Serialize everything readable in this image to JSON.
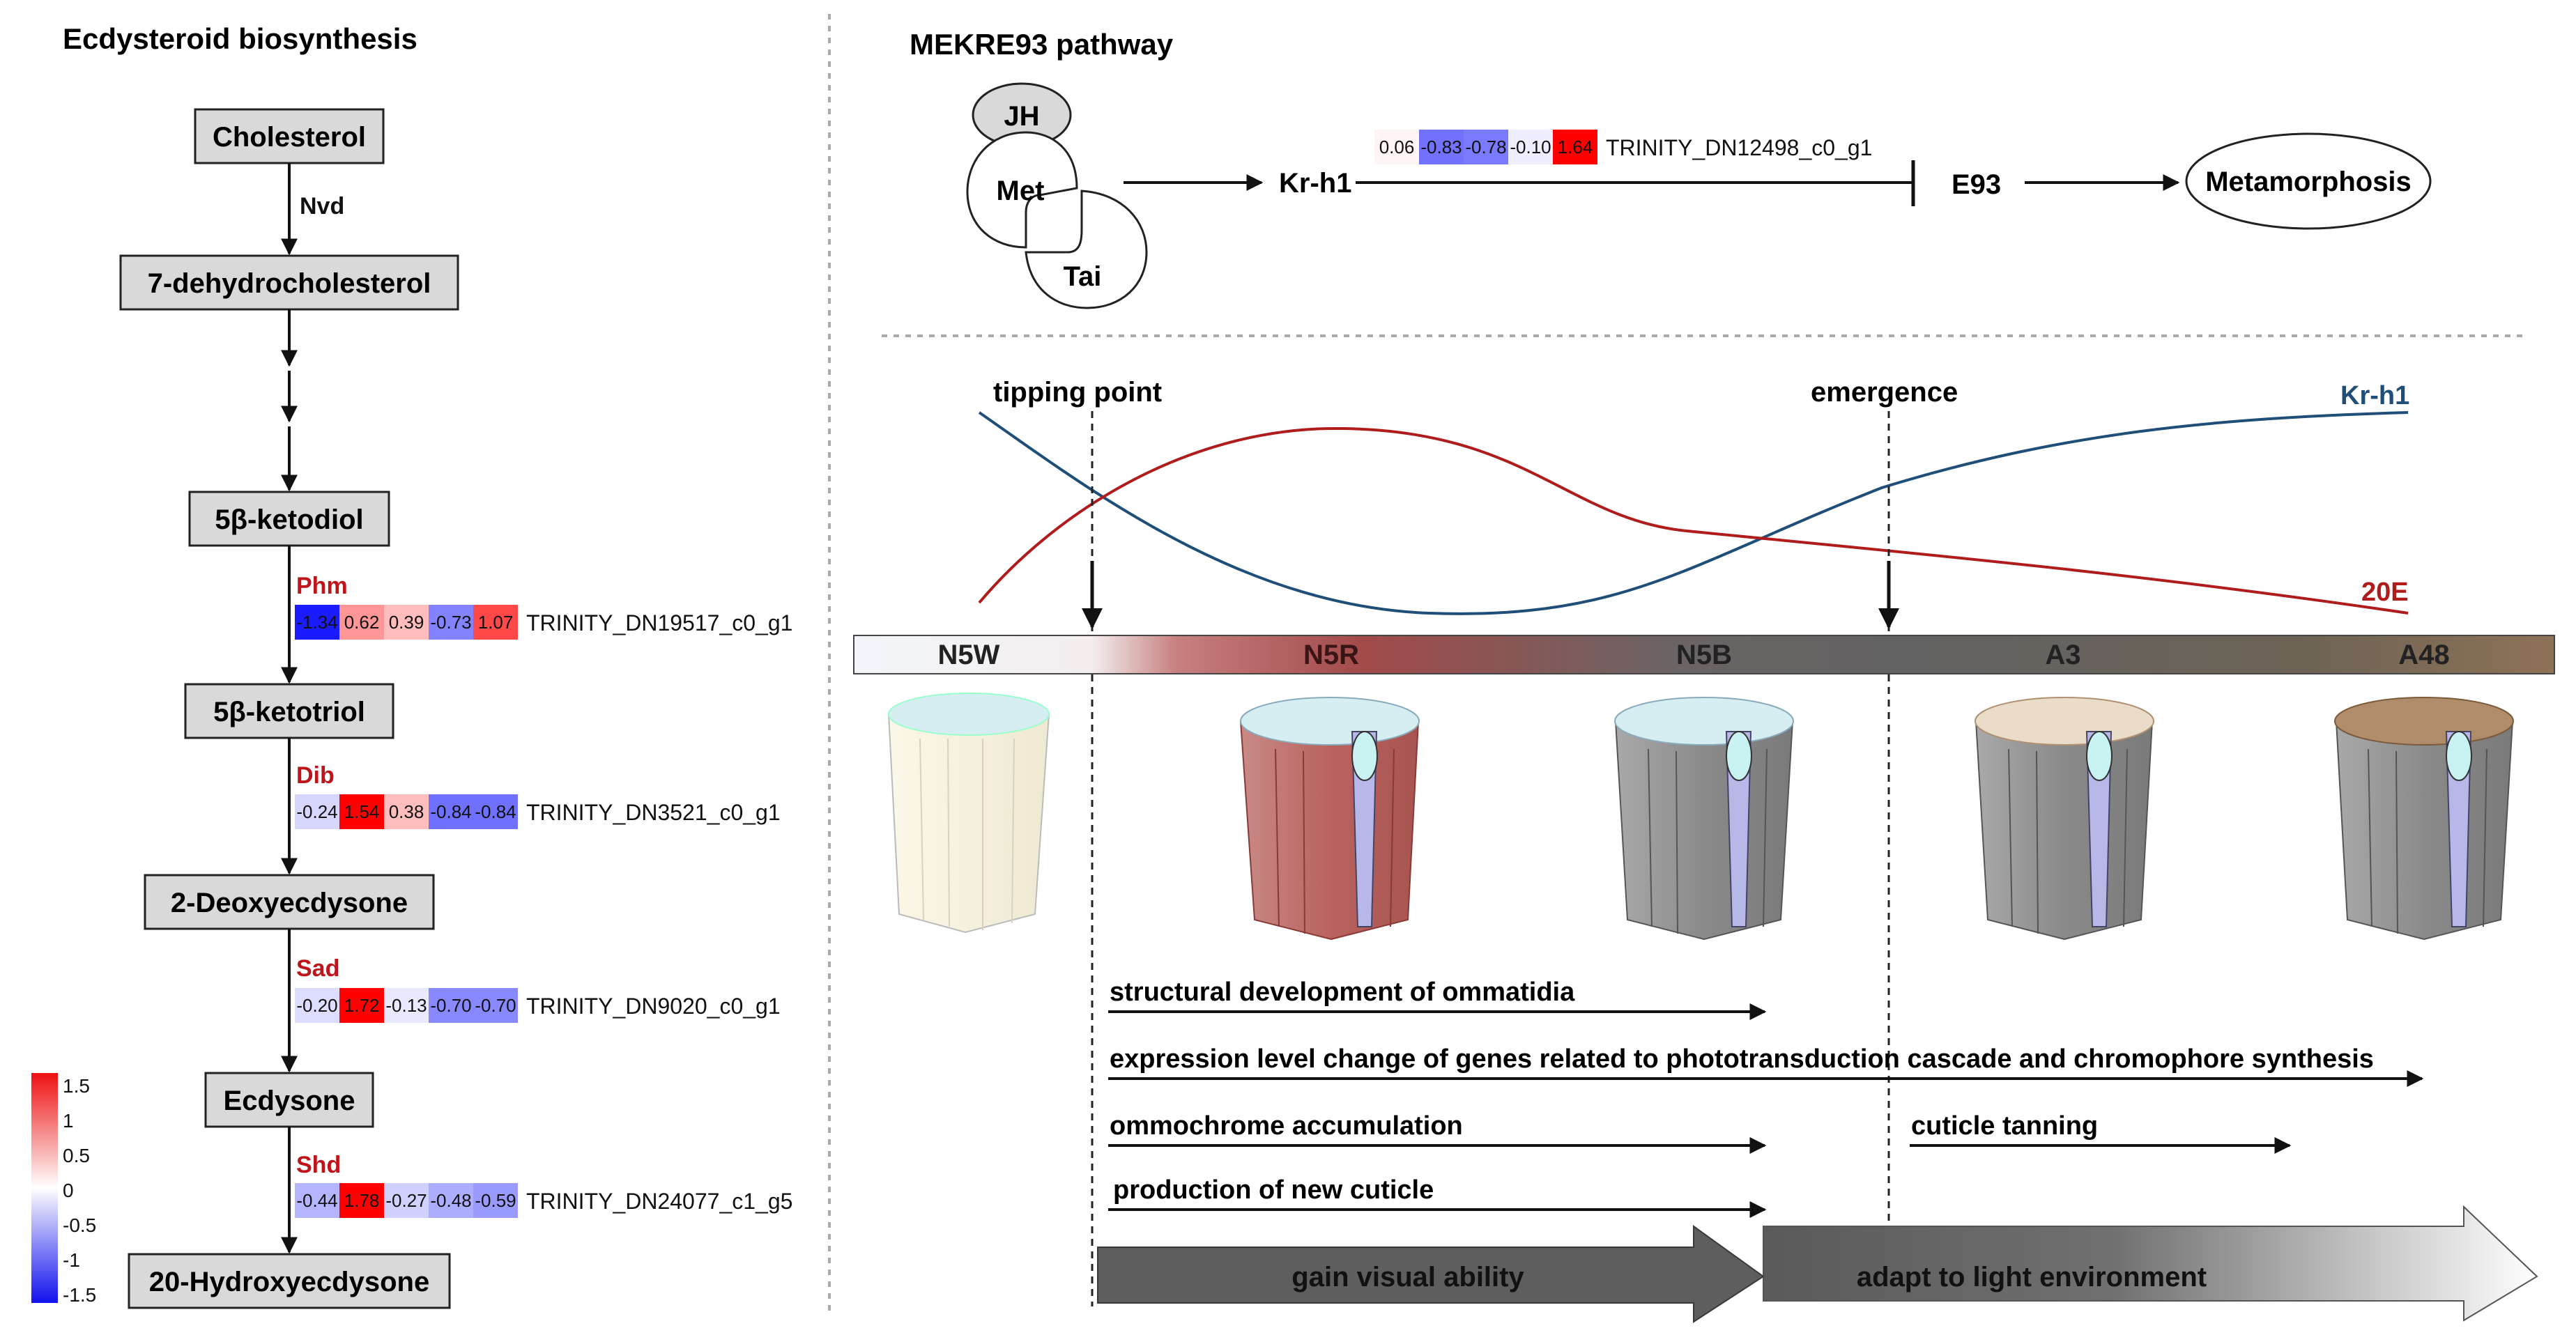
{
  "left_panel": {
    "title": "Ecdysteroid biosynthesis",
    "compounds": [
      "Cholesterol",
      "7-dehydrocholesterol",
      "5β-ketodiol",
      "5β-ketotriol",
      "2-Deoxyecdysone",
      "Ecdysone",
      "20-Hydroxyecdysone"
    ],
    "enzymes": [
      {
        "name": "Nvd",
        "color": "#111111"
      },
      {
        "name": "Phm",
        "color": "#c0141b",
        "values": [
          "-1.34",
          "0.62",
          "0.39",
          "-0.73",
          "1.07"
        ],
        "gene": "TRINITY_DN19517_c0_g1"
      },
      {
        "name": "Dib",
        "color": "#c0141b",
        "values": [
          "-0.24",
          "1.54",
          "0.38",
          "-0.84",
          "-0.84"
        ],
        "gene": "TRINITY_DN3521_c0_g1"
      },
      {
        "name": "Sad",
        "color": "#c0141b",
        "values": [
          "-0.20",
          "1.72",
          "-0.13",
          "-0.70",
          "-0.70"
        ],
        "gene": "TRINITY_DN9020_c0_g1"
      },
      {
        "name": "Shd",
        "color": "#c0141b",
        "values": [
          "-0.44",
          "1.78",
          "-0.27",
          "-0.48",
          "-0.59"
        ],
        "gene": "TRINITY_DN24077_c1_g5"
      }
    ],
    "legend_ticks": [
      "1.5",
      "1",
      "0.5",
      "0",
      "-0.5",
      "-1",
      "-1.5"
    ]
  },
  "right_panel": {
    "title": "MEKRE93 pathway",
    "jh": "JH",
    "met": "Met",
    "tai": "Tai",
    "krh1": "Kr-h1",
    "e93": "E93",
    "metamorphosis": "Metamorphosis",
    "krh1_values": [
      "0.06",
      "-0.83",
      "-0.78",
      "-0.10",
      "1.64"
    ],
    "krh1_gene": "TRINITY_DN12498_c0_g1",
    "tipping_point": "tipping point",
    "emergence": "emergence",
    "curve_krh1": "Kr-h1",
    "curve_20e": "20E",
    "stages": [
      "N5W",
      "N5R",
      "N5B",
      "A3",
      "A48"
    ],
    "processes": [
      "structural development of ommatidia",
      "expression level change of genes related to phototransduction cascade and chromophore synthesis",
      "ommochrome accumulation",
      "cuticle tanning",
      "production of new cuticle"
    ],
    "arrow_gain": "gain visual ability",
    "arrow_adapt": "adapt to light environment",
    "colors": {
      "krh1_curve": "#1f4e79",
      "e20_curve": "#b01c1c",
      "enzyme_red": "#c0141b"
    }
  }
}
